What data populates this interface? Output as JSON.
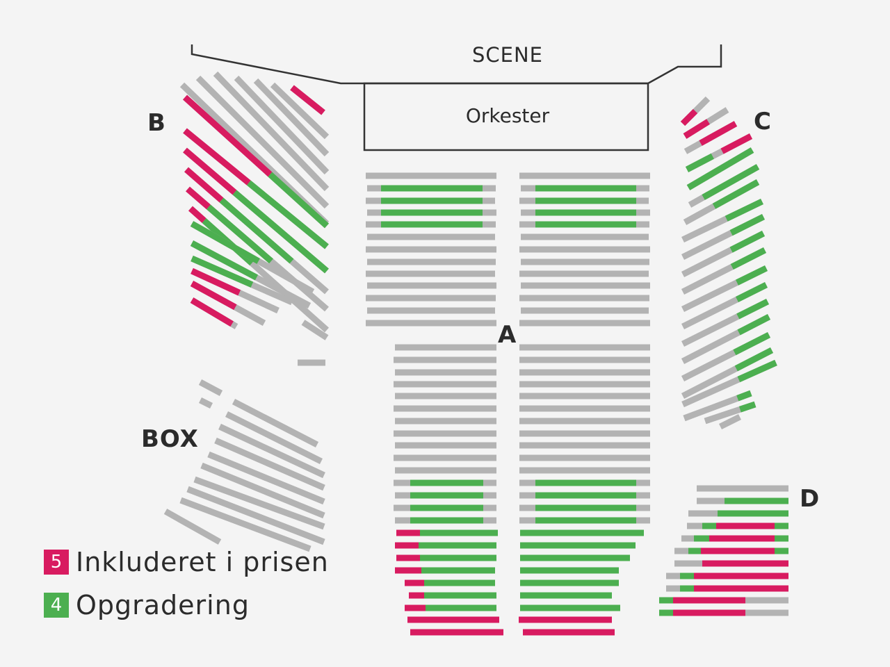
{
  "stage": {
    "label": "SCENE"
  },
  "orchestra": {
    "label": "Orkester"
  },
  "sections": {
    "a": "A",
    "b": "B",
    "c": "C",
    "d": "D",
    "box": "BOX"
  },
  "legend": [
    {
      "badge": "5",
      "label": "Inkluderet i prisen",
      "color": "#d81b60"
    },
    {
      "badge": "4",
      "label": "Opgradering",
      "color": "#4caf50"
    }
  ],
  "colors": {
    "unavailable": "#b3b3b3",
    "included": "#d81b60",
    "upgrade": "#4caf50",
    "outline": "#333333"
  }
}
